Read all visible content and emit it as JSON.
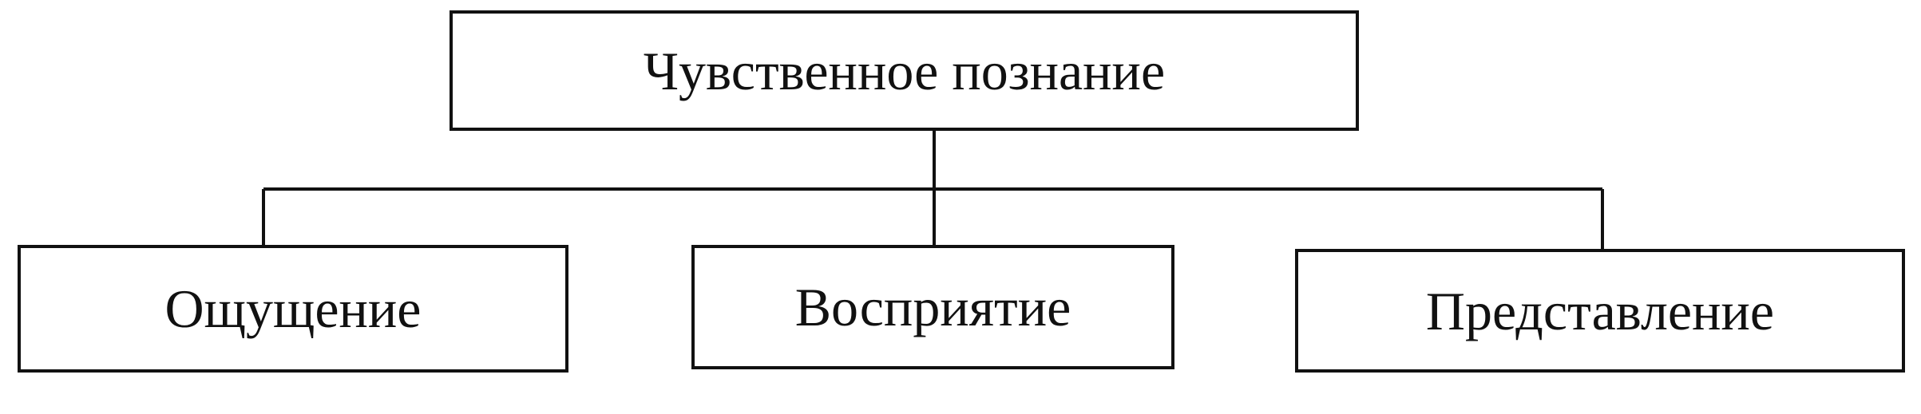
{
  "diagram": {
    "root": {
      "label": "Чувственное познание"
    },
    "children": [
      {
        "label": "Ощущение"
      },
      {
        "label": "Восприятие"
      },
      {
        "label": "Представление"
      }
    ],
    "colors": {
      "line": "#111111",
      "background": "#ffffff"
    }
  }
}
